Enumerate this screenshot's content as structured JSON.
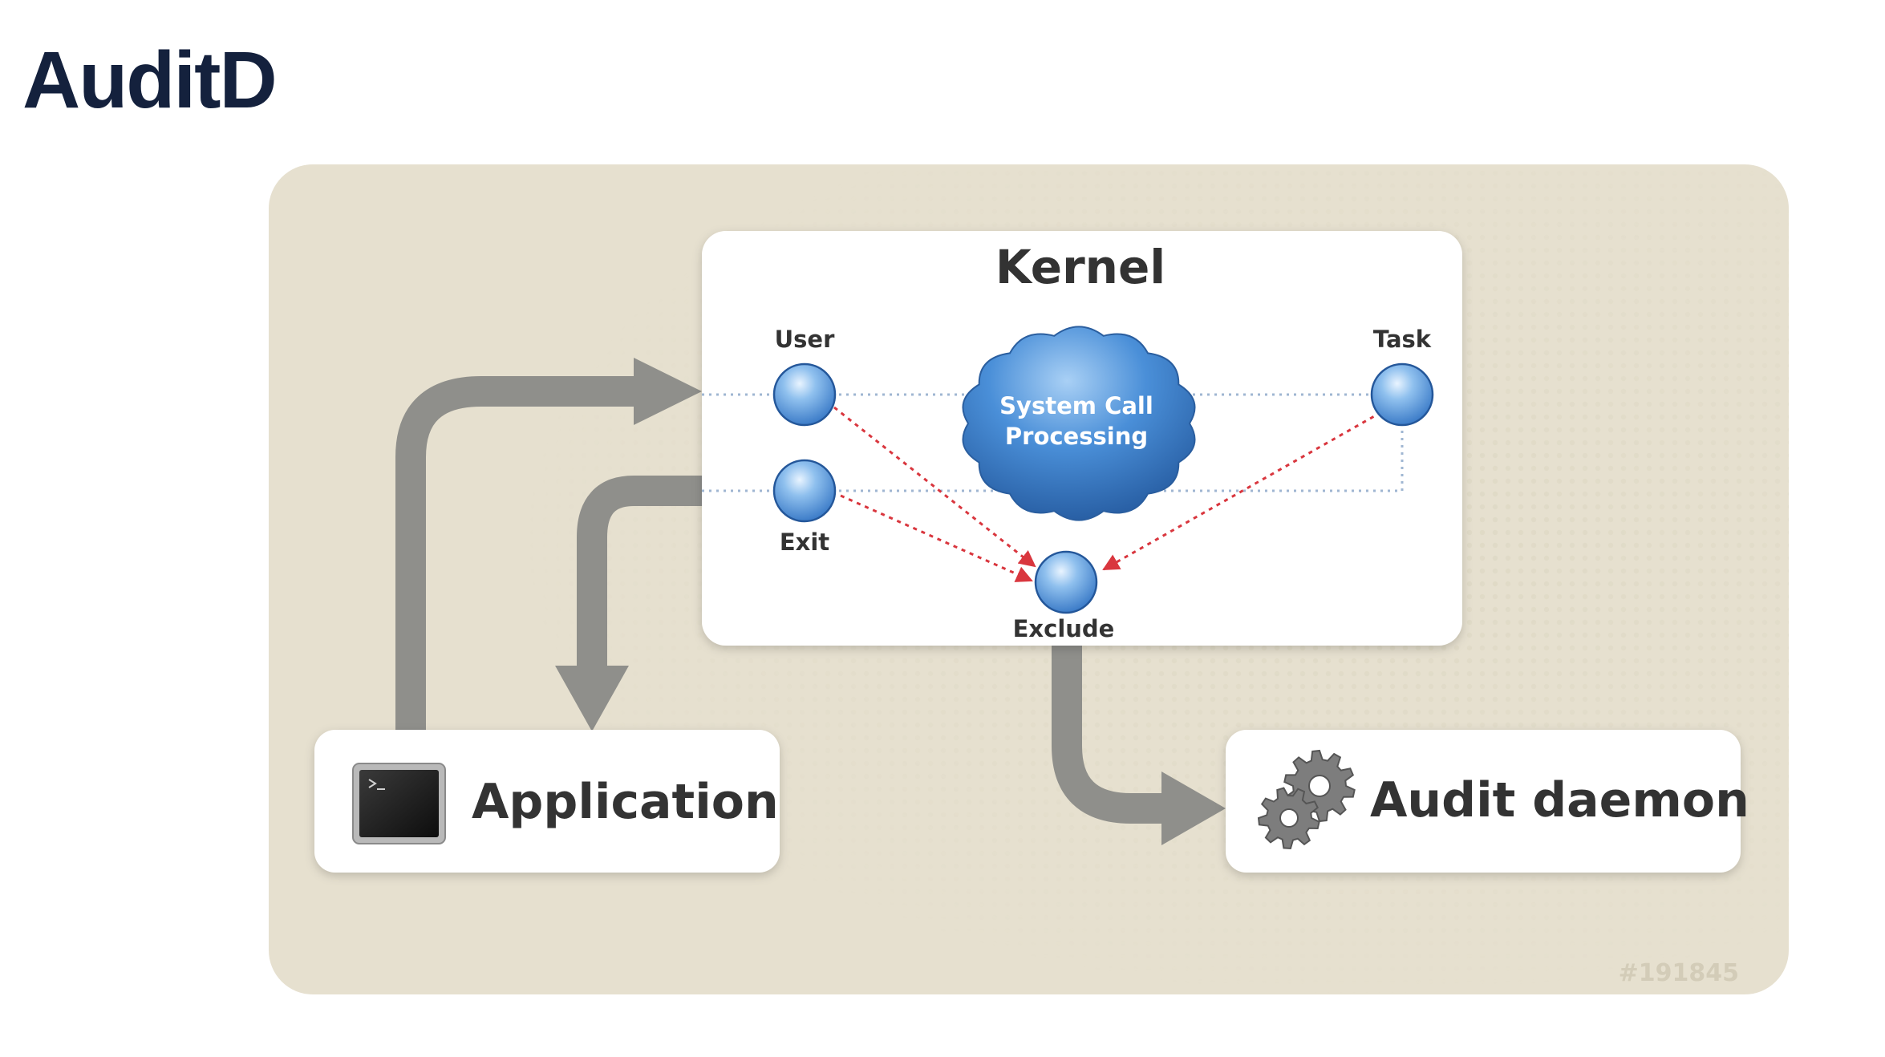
{
  "title": "AuditD",
  "kernel": {
    "label": "Kernel",
    "nodes": {
      "user": "User",
      "exit": "Exit",
      "task": "Task",
      "exclude": "Exclude"
    },
    "cloud": {
      "line1": "System Call",
      "line2": "Processing"
    }
  },
  "application": {
    "label": "Application",
    "icon": "terminal-icon"
  },
  "audit_daemon": {
    "label": "Audit daemon",
    "icon": "gears-icon"
  },
  "diagram_id": "#191845",
  "colors": {
    "background_panel": "#e6e0cf",
    "arrow": "#8f8f8b",
    "node_blue": "#3d82d0",
    "cloud_blue": "#2f6cb5",
    "filter_arrow": "#d9363e",
    "dotted_line": "#9fb6d2",
    "title": "#14213d"
  }
}
